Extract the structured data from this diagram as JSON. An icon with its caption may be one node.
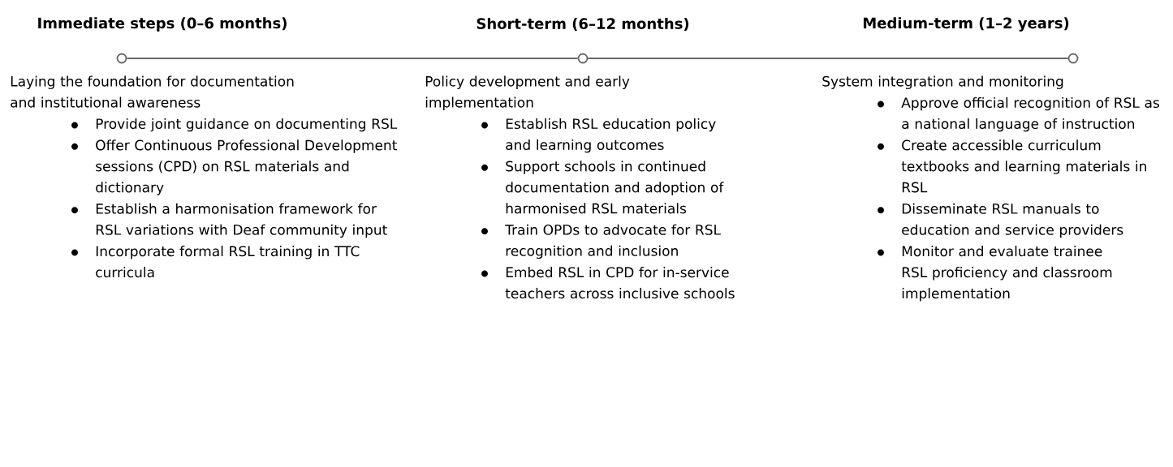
{
  "diagram": {
    "nodes": [
      {
        "text": [],
        "shape": "circle",
        "beside": [
          "Immediate steps (0–6 months)"
        ]
      },
      {
        "text": [],
        "shape": "circle",
        "beside": [
          "Short-term (6–12 months)"
        ]
      },
      {
        "text": [],
        "shape": "circle",
        "beside": [
          "Medium-term (1–2 years)"
        ]
      }
    ],
    "edges": [
      {
        "from": 0,
        "to": 1,
        "arrow": "none"
      },
      {
        "from": 1,
        "to": 2,
        "arrow": "none"
      }
    ],
    "labels": [
      "Laying the foundation for documentation and institutional awareness",
      "Provide joint guidance on documenting RSL",
      "Offer Continuous Professional Development sessions (CPD) on RSL materials and dictionary",
      "Establish a harmonisation framework for RSL variations with Deaf community input",
      "Incorporate formal RSL training in TTC curricula",
      "Policy development and early implementation",
      "Establish RSL education policy and learning outcomes",
      "Support schools in continued documentation and adoption of harmonised RSL materials",
      "Train OPDs to advocate for RSL recognition and inclusion",
      "Embed RSL in CPD for in-service teachers across inclusive schools",
      "System integration and monitoring",
      "Approve official recognition of RSL as a national language of instruction",
      "Create accessible curriculum textbooks and learning materials in RSL",
      "Disseminate RSL manuals to education and service providers",
      "Monitor and evaluate trainee RSL proficiency and classroom implementation"
    ]
  }
}
